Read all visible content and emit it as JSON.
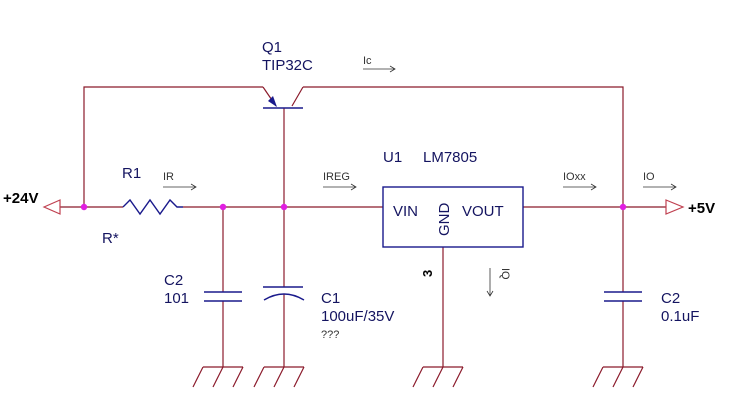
{
  "transistor": {
    "ref": "Q1",
    "part": "TIP32C"
  },
  "regulator": {
    "ref": "U1",
    "part": "LM7805",
    "pin_vin": "VIN",
    "pin_gnd": "GND",
    "pin_vout": "VOUT",
    "gnd_pin_number": "3"
  },
  "resistor": {
    "ref": "R1",
    "value": "R*"
  },
  "capacitors": [
    {
      "ref": "C2",
      "value": "101",
      "note": ""
    },
    {
      "ref": "C1",
      "value": "100uF/35V",
      "note": "???"
    },
    {
      "ref": "C2",
      "value": "0.1uF",
      "note": ""
    }
  ],
  "ports": {
    "input": "+24V",
    "output": "+5V"
  },
  "currents": {
    "ic": "Ic",
    "ir": "IR",
    "ireg": "IREG",
    "ioxx": "IOxx",
    "io": "IO",
    "iq": "IQ"
  },
  "colors": {
    "wire": "#8b1a2b",
    "component": "#1a1a8c",
    "junction": "#e020e0",
    "port": "#c04050"
  }
}
